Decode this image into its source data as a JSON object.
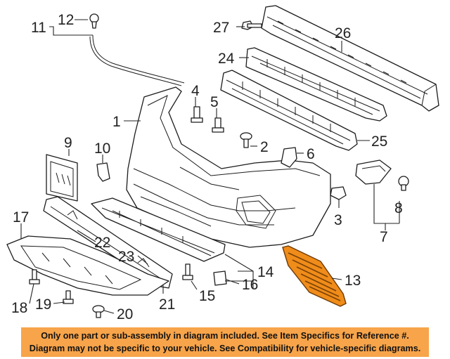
{
  "diagram": {
    "callouts": {
      "c1": "1",
      "c2": "2",
      "c3": "3",
      "c4": "4",
      "c5": "5",
      "c6": "6",
      "c7": "7",
      "c8": "8",
      "c9": "9",
      "c10": "10",
      "c11": "11",
      "c12": "12",
      "c13": "13",
      "c14": "14",
      "c15": "15",
      "c16": "16",
      "c17": "17",
      "c18": "18",
      "c19": "19",
      "c20": "20",
      "c21": "21",
      "c22": "22",
      "c23": "23",
      "c24": "24",
      "c25": "25",
      "c26": "26",
      "c27": "27"
    },
    "highlighted_part": "13",
    "colors": {
      "highlight": "#f08c1a",
      "banner": "#f7a44a",
      "ink": "#1c1c1c"
    }
  },
  "banner": {
    "line1": "Only one part or sub-assembly in diagram included. See Item Specifics for Reference #.",
    "line2": "Diagram may not be specific to your vehicle. See Compatibility for vehicle-specific diagrams."
  }
}
